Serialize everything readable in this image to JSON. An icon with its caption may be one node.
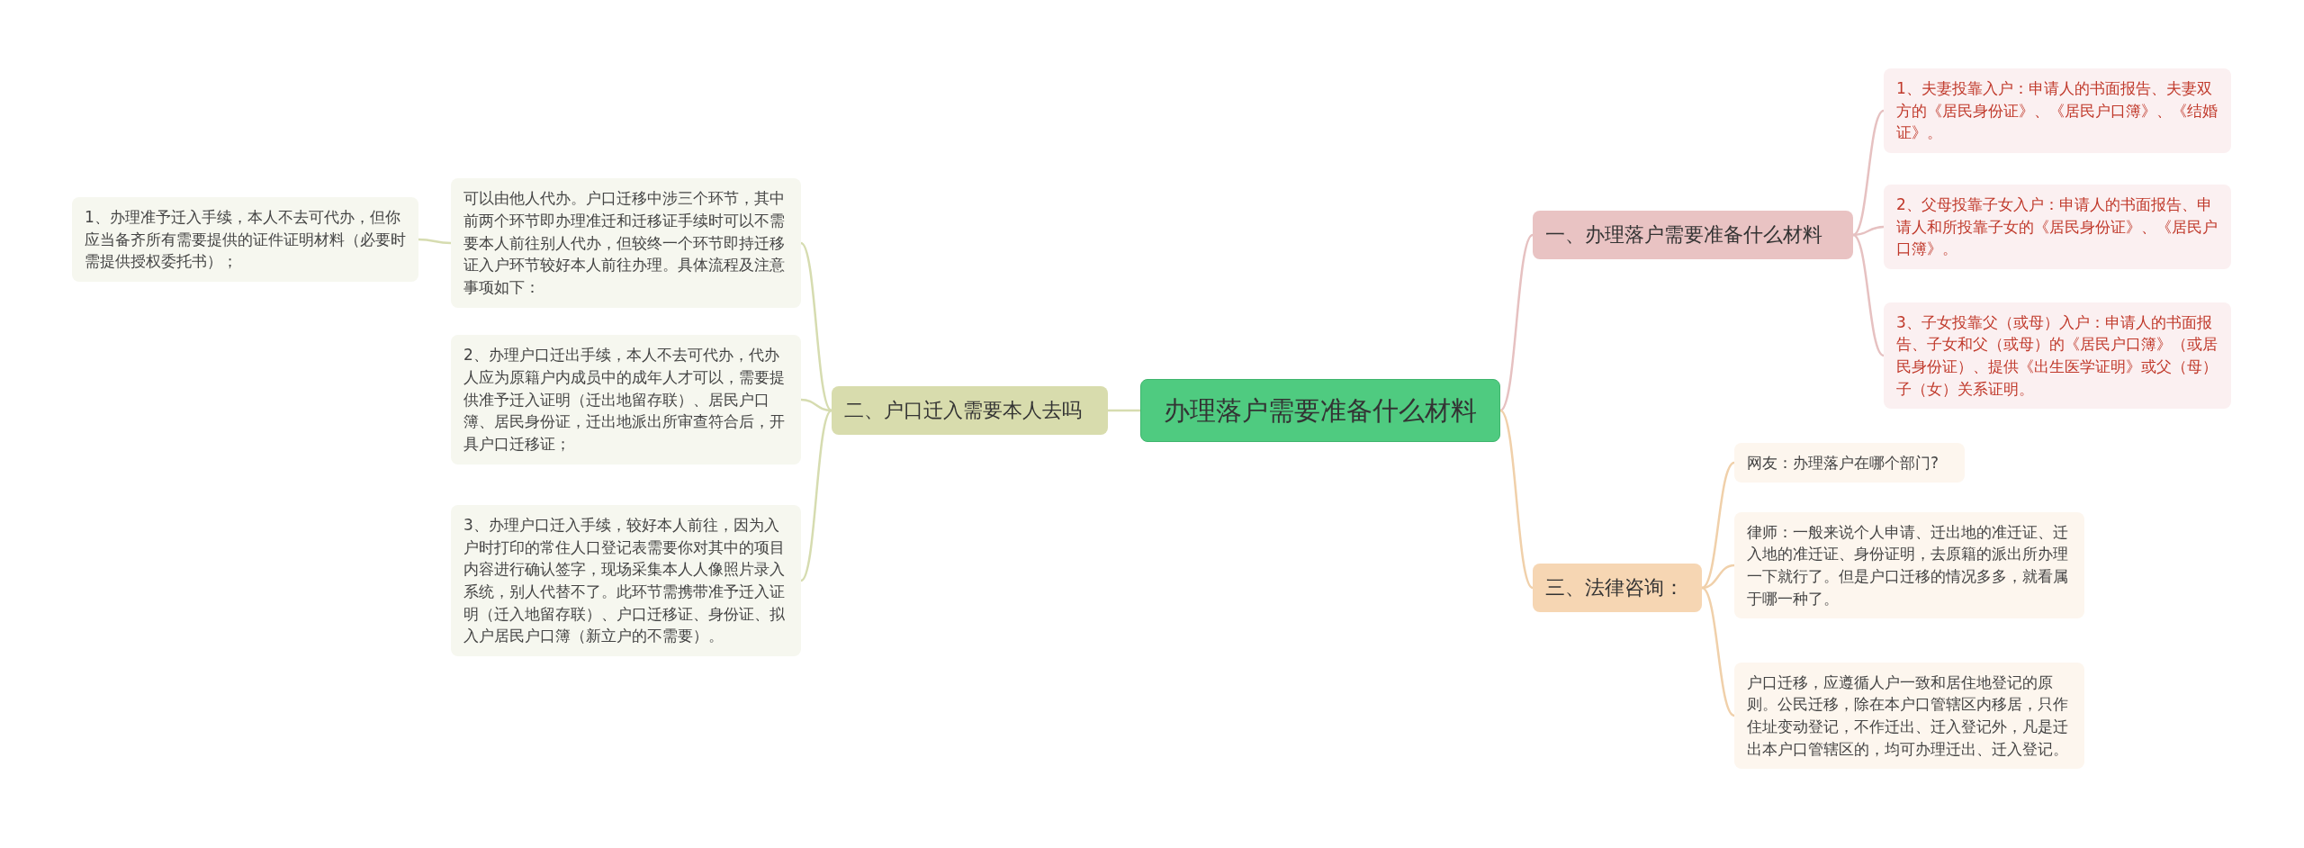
{
  "diagram": {
    "nodes": [
      {
        "text": [
          "办理落户需要准备什么材料"
        ]
      },
      {
        "text": [
          "一、办理落户需要准备什么材料"
        ]
      },
      {
        "text": [
          "1、夫妻投靠入户：申请人的书面报告、夫妻双方的《居民身份证》、《居民户口簿》、《结婚证》。"
        ]
      },
      {
        "text": [
          "2、父母投靠子女入户：申请人的书面报告、申请人和所投靠子女的《居民身份证》、《居民户口簿》。"
        ]
      },
      {
        "text": [
          "3、子女投靠父（或母）入户：申请人的书面报告、子女和父（或母）的《居民户口簿》（或居民身份证）、提供《出生医学证明》或父（母）子（女）关系证明。"
        ]
      },
      {
        "text": [
          "二、户口迁入需要本人去吗"
        ]
      },
      {
        "text": [
          "可以由他人代办。户口迁移中涉三个环节，其中前两个环节即办理准迁和迁移证手续时可以不需要本人前往别人代办，但较终一个环节即持迁移证入户环节较好本人前往办理。具体流程及注意事项如下："
        ]
      },
      {
        "text": [
          "1、办理准予迁入手续，本人不去可代办，但你应当备齐所有需要提供的证件证明材料（必要时需提供授权委托书）；"
        ]
      },
      {
        "text": [
          "2、办理户口迁出手续，本人不去可代办，代办人应为原籍户内成员中的成年人才可以，需要提供准予迁入证明（迁出地留存联）、居民户口簿、居民身份证，迁出地派出所审查符合后，开具户口迁移证；"
        ]
      },
      {
        "text": [
          "3、办理户口迁入手续，较好本人前往，因为入户时打印的常住人口登记表需要你对其中的项目内容进行确认签字，现场采集本人人像照片录入系统，别人代替不了。此环节需携带准予迁入证明（迁入地留存联）、户口迁移证、身份证、拟入户居民户口簿（新立户的不需要）。"
        ]
      },
      {
        "text": [
          "三、法律咨询："
        ]
      },
      {
        "text": [
          "网友：办理落户在哪个部门?"
        ]
      },
      {
        "text": [
          "律师：一般来说个人申请、迁出地的准迁证、迁入地的准迁证、身份证明，去原籍的派出所办理一下就行了。但是户口迁移的情况多多，就看属于哪一种了。"
        ]
      },
      {
        "text": [
          "户口迁移，应遵循人户一致和居住地登记的原则。公民迁移，除在本户口管辖区内移居，只作住址变动登记，不作迁出、迁入登记外，凡是迁出本户口管辖区的，均可办理迁出、迁入登记。"
        ]
      }
    ],
    "edges": [
      {
        "from": 0,
        "to": 1,
        "arrow": "none"
      },
      {
        "from": 1,
        "to": 2,
        "arrow": "none"
      },
      {
        "from": 1,
        "to": 3,
        "arrow": "none"
      },
      {
        "from": 1,
        "to": 4,
        "arrow": "none"
      },
      {
        "from": 0,
        "to": 5,
        "arrow": "none"
      },
      {
        "from": 5,
        "to": 6,
        "arrow": "none"
      },
      {
        "from": 6,
        "to": 7,
        "arrow": "none"
      },
      {
        "from": 5,
        "to": 8,
        "arrow": "none"
      },
      {
        "from": 5,
        "to": 9,
        "arrow": "none"
      },
      {
        "from": 0,
        "to": 10,
        "arrow": "none"
      },
      {
        "from": 10,
        "to": 11,
        "arrow": "none"
      },
      {
        "from": 10,
        "to": 12,
        "arrow": "none"
      },
      {
        "from": 10,
        "to": 13,
        "arrow": "none"
      }
    ]
  }
}
